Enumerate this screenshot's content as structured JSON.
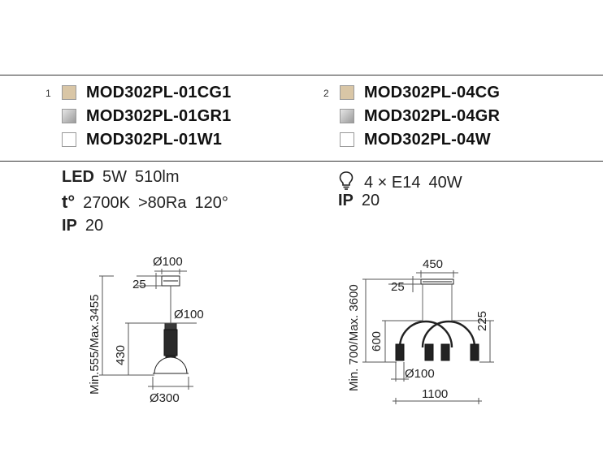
{
  "variants": {
    "left": {
      "index": "1",
      "items": [
        {
          "code": "MOD302PL-01CG1",
          "finish_color": "#d9c6a6"
        },
        {
          "code": "MOD302PL-01GR1",
          "finish_color": "#b5b5b5"
        },
        {
          "code": "MOD302PL-01W1",
          "finish_color": "#ffffff"
        }
      ]
    },
    "right": {
      "index": "2",
      "items": [
        {
          "code": "MOD302PL-04CG",
          "finish_color": "#d9c6a6"
        },
        {
          "code": "MOD302PL-04GR",
          "finish_color": "#b5b5b5"
        },
        {
          "code": "MOD302PL-04W",
          "finish_color": "#ffffff"
        }
      ]
    }
  },
  "specs": {
    "left": {
      "led_label": "LED",
      "power": "5W",
      "lumens": "510lm",
      "temp_label": "t°",
      "color_temp": "2700K",
      "cri": ">80Ra",
      "beam": "120°",
      "ip_label": "IP",
      "ip_value": "20"
    },
    "right": {
      "bulb_icon": "lightbulb-icon",
      "bulbs": "4 × E14",
      "wattage": "40W",
      "ip_label": "IP",
      "ip_value": "20"
    }
  },
  "drawing1": {
    "canopy_dia": "Ø100",
    "canopy_height": "25",
    "body_dia": "Ø100",
    "height_range": "Min.555/Max.3455",
    "fixture_height": "430",
    "shade_dia": "Ø300"
  },
  "drawing2": {
    "canopy_width": "450",
    "canopy_height": "25",
    "height_range": "Min. 700/Max. 3600",
    "fixture_height": "600",
    "arc_height": "225",
    "head_dia": "Ø100",
    "total_width": "1100"
  }
}
